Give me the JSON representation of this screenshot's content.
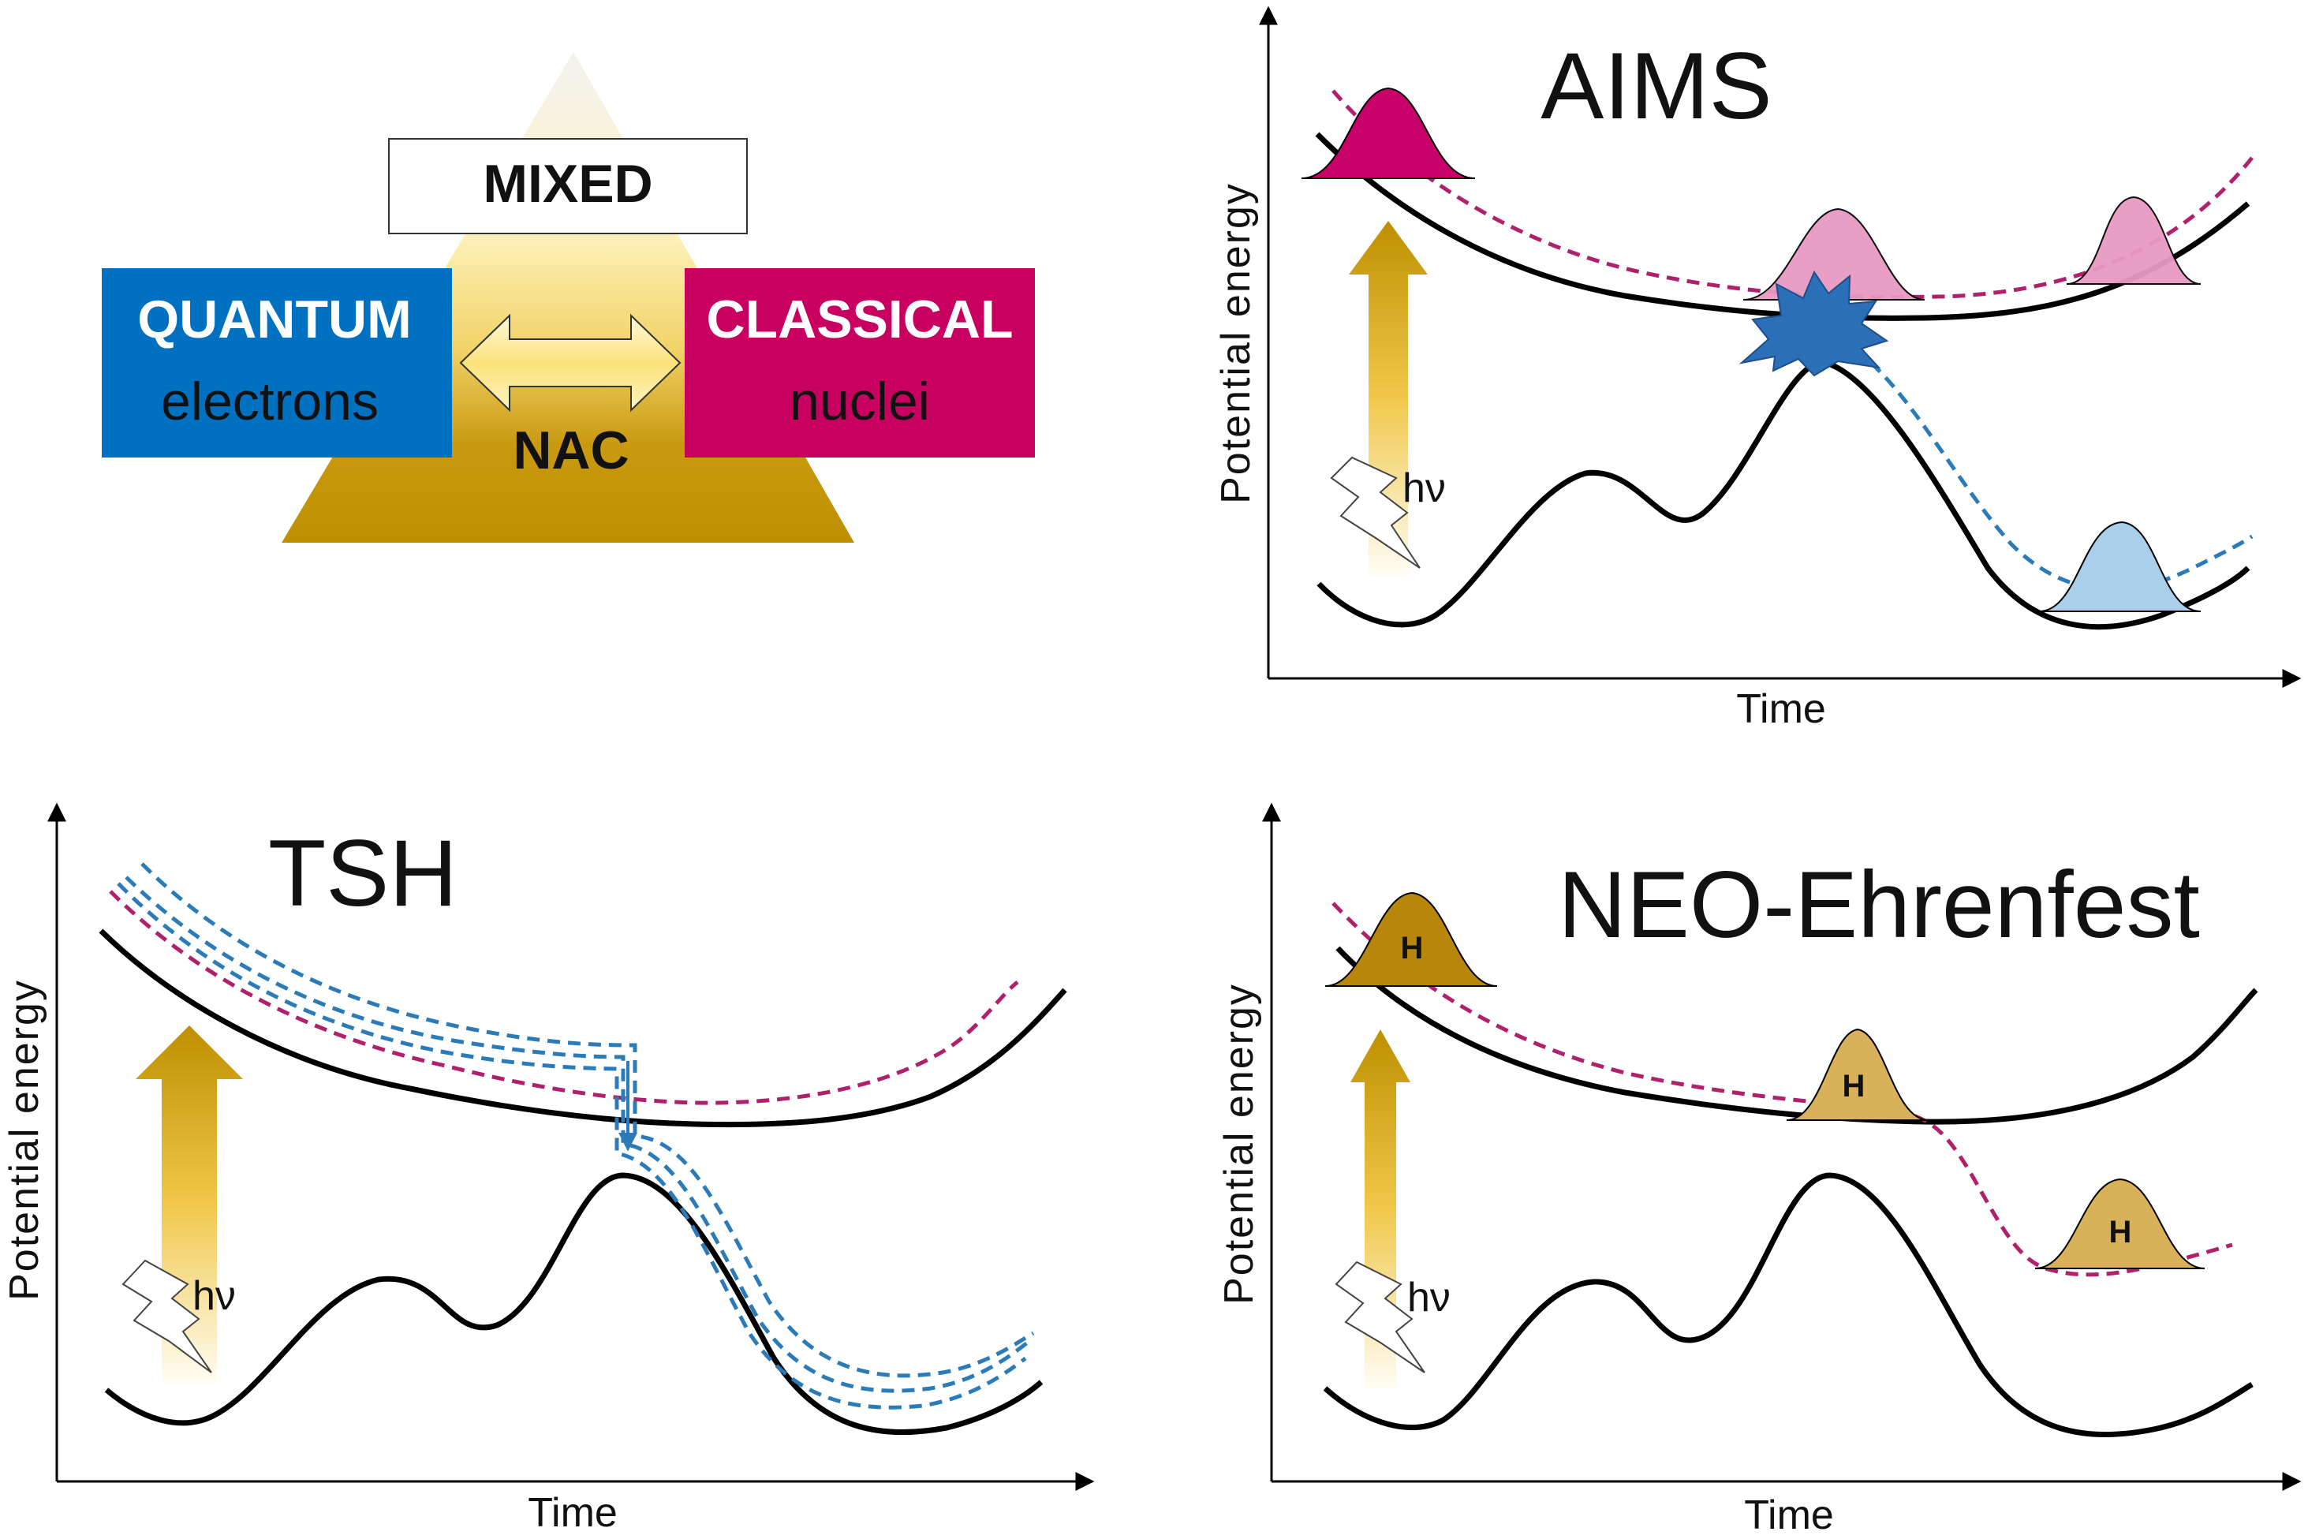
{
  "colors": {
    "quantum_blue": "#0070C0",
    "classical_magenta": "#C8005F",
    "pyramid_gold": "#BE8F00",
    "nuclear_pink_dark": "#C8006A",
    "nuclear_pink_light": "#E899C2",
    "nuclear_blue": "#2A78BE",
    "nuclear_blue_light": "#A9CFEA",
    "proton_gold": "#B8860B",
    "proton_gold_light": "#D9B15A",
    "dashed_magenta": "#B0206B",
    "dashed_blue": "#2B7BB9",
    "curve_black": "#000000"
  },
  "triangle": {
    "top_label": "MIXED",
    "left_title": "QUANTUM",
    "left_sub": "electrons",
    "right_title": "CLASSICAL",
    "right_sub": "nuclei",
    "center_label": "NAC"
  },
  "panels": {
    "aims": {
      "title": "AIMS",
      "ylabel": "Potential energy",
      "xlabel": "Time",
      "photon": "hν"
    },
    "tsh": {
      "title": "TSH",
      "ylabel": "Potential energy",
      "xlabel": "Time",
      "photon": "hν"
    },
    "neo": {
      "title": "NEO-Ehrenfest",
      "ylabel": "Potential energy",
      "xlabel": "Time",
      "photon": "hν",
      "proton_label": "H"
    }
  }
}
